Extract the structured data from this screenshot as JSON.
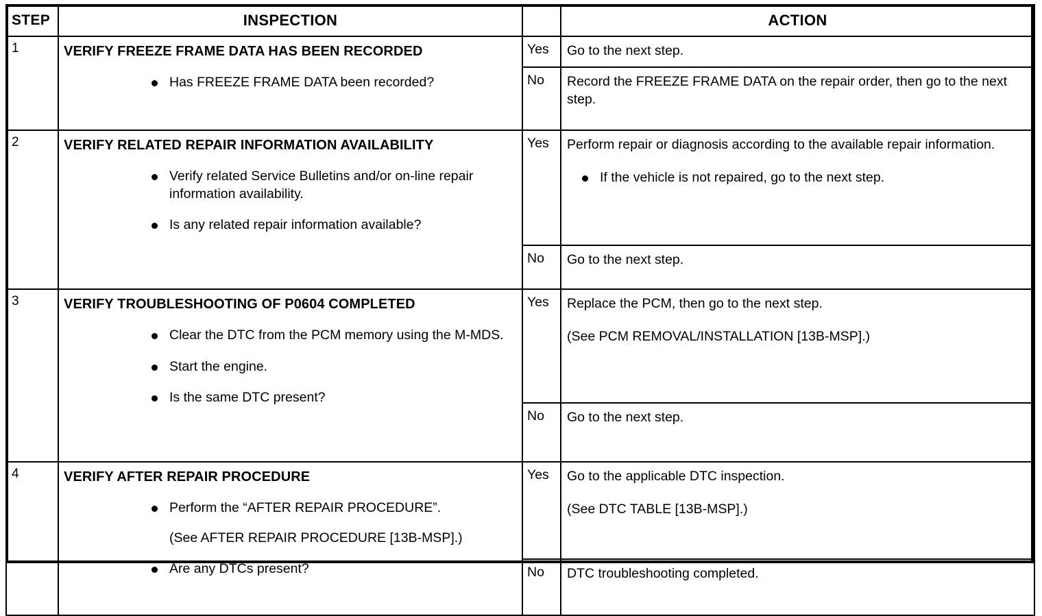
{
  "table": {
    "headers": {
      "step": "STEP",
      "inspection": "INSPECTION",
      "yesno": "",
      "action": "ACTION"
    },
    "rows": [
      {
        "step": "1",
        "inspection": {
          "title": "VERIFY FREEZE FRAME DATA HAS BEEN RECORDED",
          "bullets": [
            "Has FREEZE FRAME DATA been recorded?"
          ]
        },
        "branches": [
          {
            "label": "Yes",
            "lines": [
              "Go to the next step."
            ],
            "bullets": []
          },
          {
            "label": "No",
            "lines": [
              "Record the FREEZE FRAME DATA on the repair order, then go to the next step."
            ],
            "bullets": []
          }
        ]
      },
      {
        "step": "2",
        "inspection": {
          "title": "VERIFY RELATED REPAIR INFORMATION AVAILABILITY",
          "bullets": [
            "Verify related Service Bulletins and/or on-line repair information availability.",
            "Is any related repair information available?"
          ]
        },
        "branches": [
          {
            "label": "Yes",
            "lines": [
              "Perform repair or diagnosis according to the available repair information."
            ],
            "bullets": [
              "If the vehicle is not repaired, go to the next step."
            ]
          },
          {
            "label": "No",
            "lines": [
              "Go to the next step."
            ],
            "bullets": []
          }
        ]
      },
      {
        "step": "3",
        "inspection": {
          "title": "VERIFY TROUBLESHOOTING OF P0604 COMPLETED",
          "bullets": [
            "Clear the DTC from the PCM memory using the M-MDS.",
            "Start the engine.",
            "Is the same DTC present?"
          ]
        },
        "branches": [
          {
            "label": "Yes",
            "lines": [
              "Replace the PCM, then go to the next step.",
              "(See PCM REMOVAL/INSTALLATION [13B-MSP].)"
            ],
            "bullets": []
          },
          {
            "label": "No",
            "lines": [
              "Go to the next step."
            ],
            "bullets": []
          }
        ]
      },
      {
        "step": "4",
        "inspection": {
          "title": "VERIFY AFTER REPAIR PROCEDURE",
          "bullets": [
            "Perform the “AFTER REPAIR PROCEDURE”.",
            "Are any DTCs present?"
          ],
          "note": "(See AFTER REPAIR PROCEDURE [13B-MSP].)"
        },
        "branches": [
          {
            "label": "Yes",
            "lines": [
              "Go to the applicable DTC inspection.",
              "(See DTC TABLE [13B-MSP].)"
            ],
            "bullets": []
          },
          {
            "label": "No",
            "lines": [
              "DTC troubleshooting completed."
            ],
            "bullets": []
          }
        ]
      }
    ]
  },
  "colors": {
    "background": "#ffffff",
    "ink": "#000000",
    "rule": "#000000"
  }
}
